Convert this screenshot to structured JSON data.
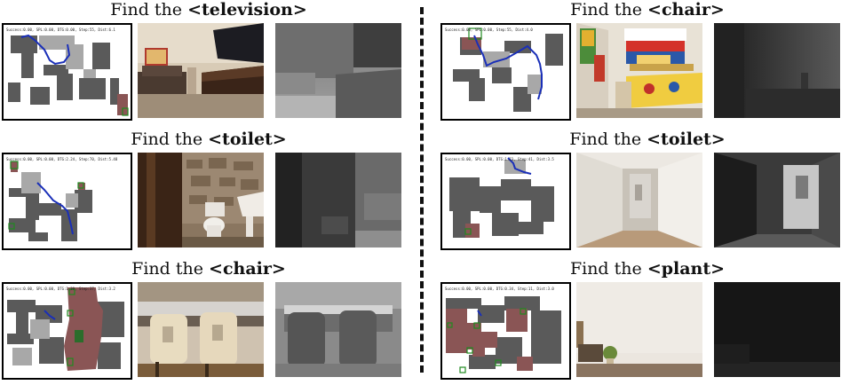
{
  "panels": [
    {
      "prefix": "Find the",
      "object": "<television>",
      "status": "Success:0.00, SPL:0.00, DTG:0.00, Step:55, Dist:6.1"
    },
    {
      "prefix": "Find the",
      "object": "<chair>",
      "status": "Success:0.00, SPL:0.00, Step:55, Dist:4.0"
    },
    {
      "prefix": "Find the",
      "object": "<toilet>",
      "status": "Success:0.00, SPL:0.00, DTG:2.24, Step:70, Dist:5.48"
    },
    {
      "prefix": "Find the",
      "object": "<toilet>",
      "status": "Success:0.00, SPL:0.00, DTG:1.23, Step:41, Dist:3.5"
    },
    {
      "prefix": "Find the",
      "object": "<chair>",
      "status": "Success:0.00, SPL:0.00, DTG:1.39, Step:37, Dist:3.2"
    },
    {
      "prefix": "Find the",
      "object": "<plant>",
      "status": "Success:0.00, SPL:0.00, DTG:0.34, Step:11, Dist:3.0"
    }
  ],
  "colors": {
    "explored": "#5a5a5a",
    "frontier": "#a8a8a8",
    "target_region": "#8a5555",
    "trajectory": "#1a2fb8",
    "goal_box": "#1f8a1f"
  }
}
